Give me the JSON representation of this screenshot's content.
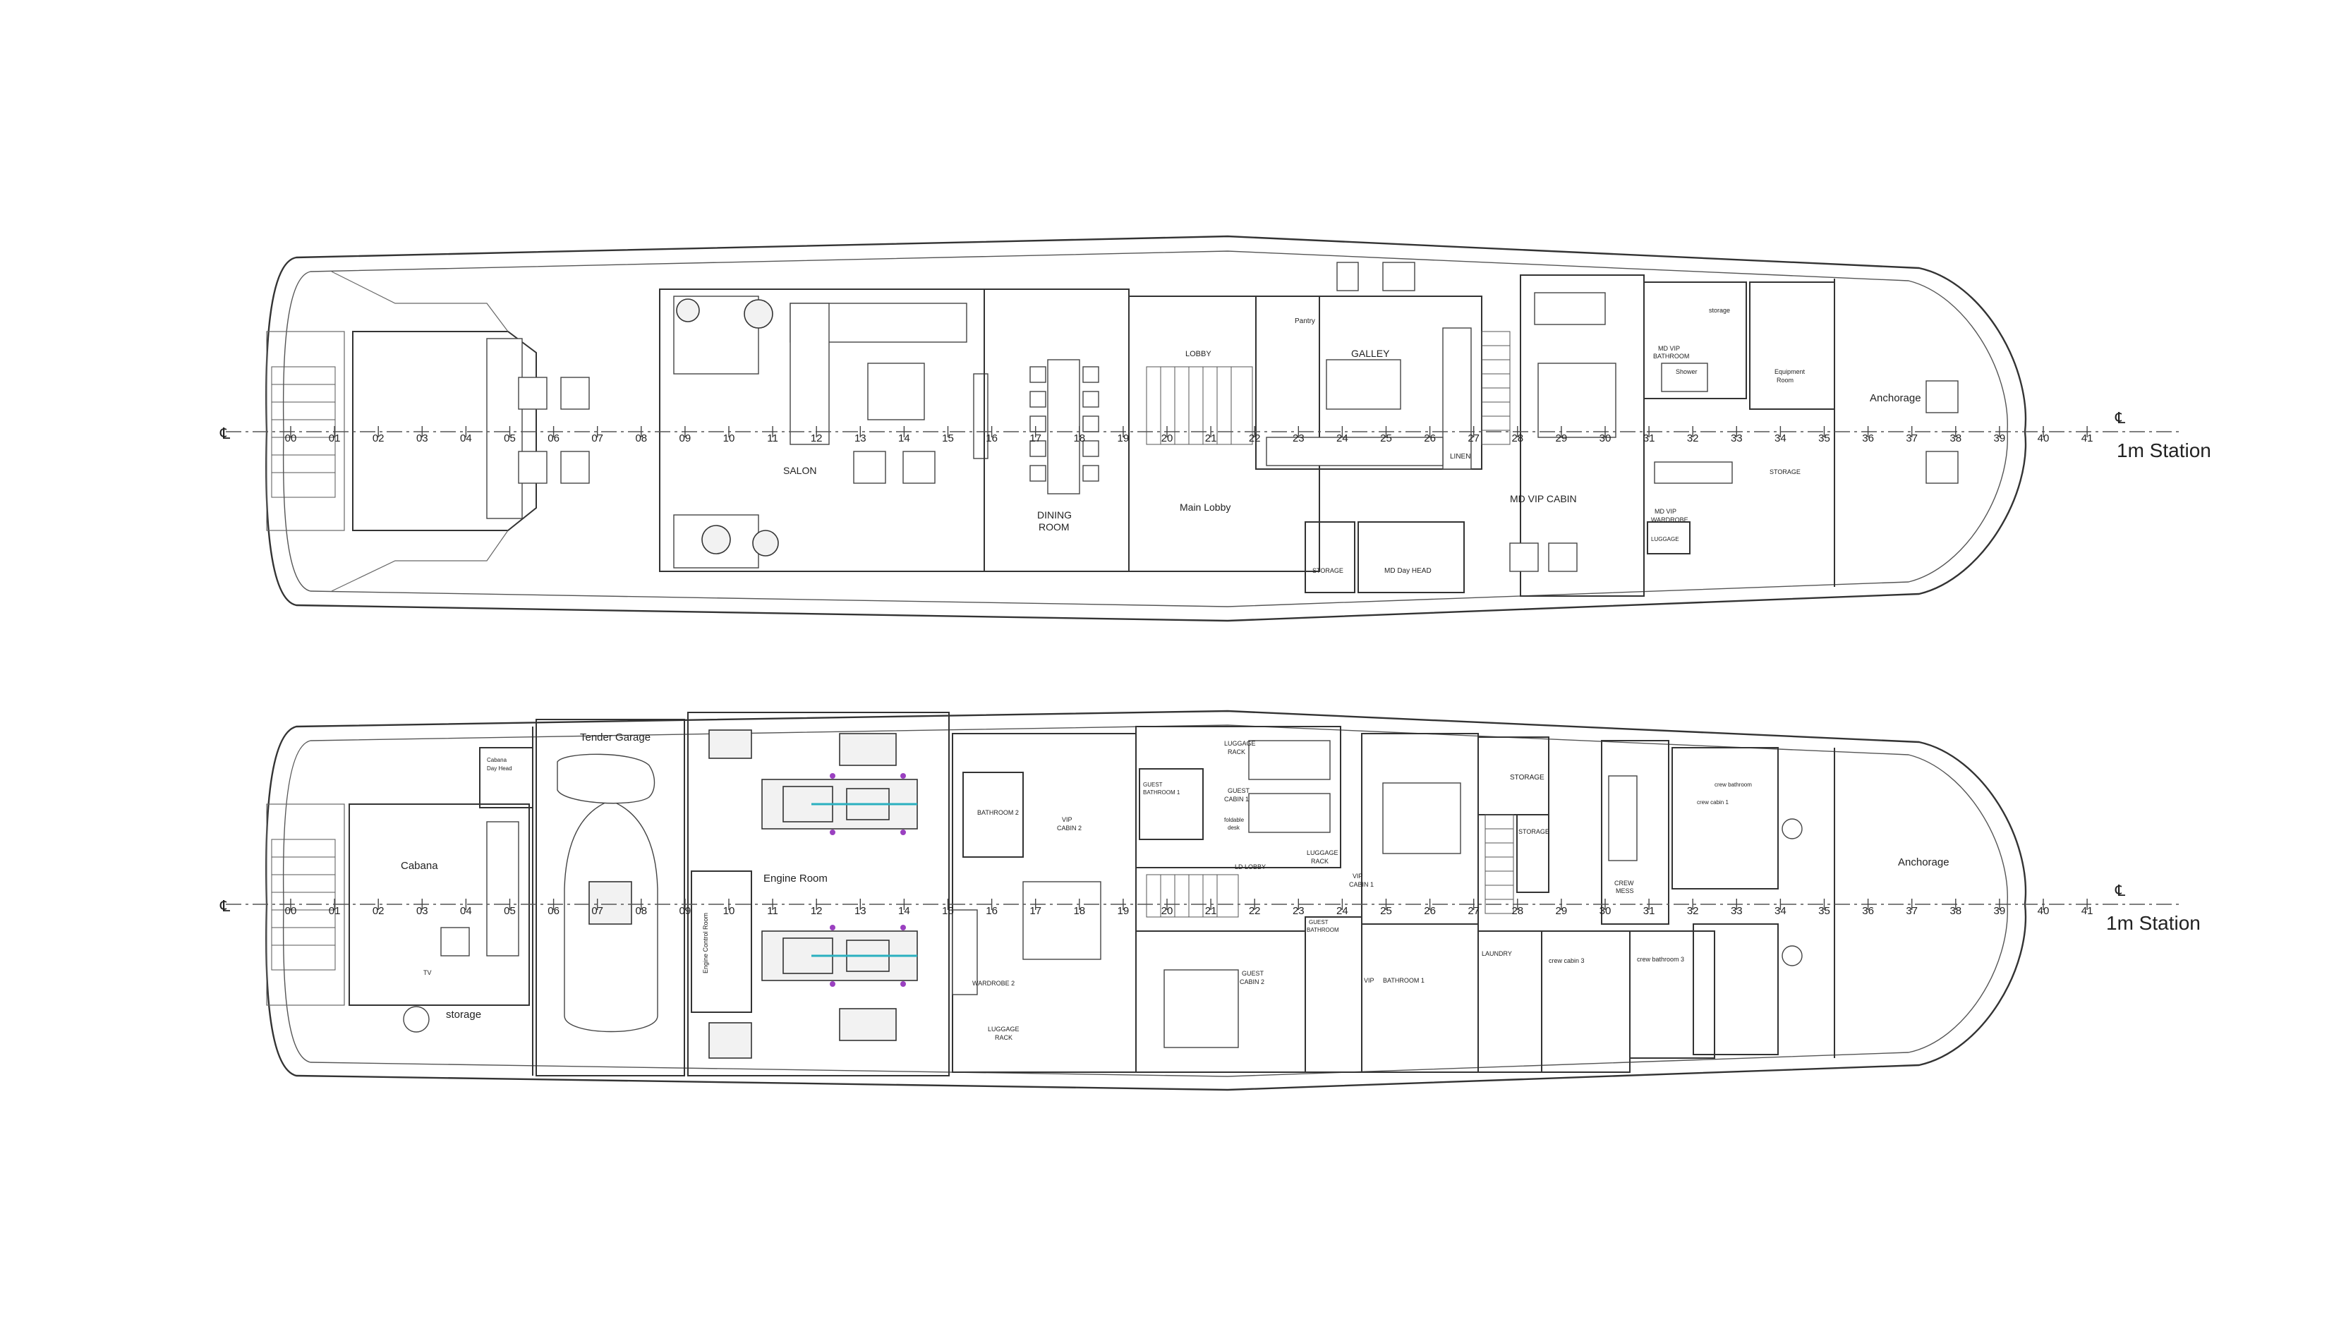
{
  "centerline_symbol": "℄",
  "station_label": "1m Station",
  "decks": [
    {
      "id": "main",
      "stations": [
        "00",
        "01",
        "02",
        "03",
        "04",
        "05",
        "06",
        "07",
        "08",
        "09",
        "10",
        "11",
        "12",
        "13",
        "14",
        "15",
        "16",
        "17",
        "18",
        "19",
        "20",
        "21",
        "22",
        "23",
        "24",
        "25",
        "26",
        "27",
        "28",
        "29",
        "30",
        "31",
        "32",
        "33",
        "34",
        "35",
        "36",
        "37",
        "38",
        "39",
        "40",
        "41"
      ],
      "rooms": [
        {
          "label": "SALON"
        },
        {
          "label": "DINING"
        },
        {
          "label": "ROOM"
        },
        {
          "label": "LOBBY"
        },
        {
          "label": "GALLEY"
        },
        {
          "label": "Pantry"
        },
        {
          "label": "Main Lobby"
        },
        {
          "label": "LINEN"
        },
        {
          "label": "STORAGE"
        },
        {
          "label": "MD Day HEAD"
        },
        {
          "label": "MD VIP CABIN"
        },
        {
          "label": "MD VIP"
        },
        {
          "label": "BATHROOM"
        },
        {
          "label": "Shower"
        },
        {
          "label": "MD VIP"
        },
        {
          "label": "WARDROBE"
        },
        {
          "label": "LUGGAGE"
        },
        {
          "label": "storage"
        },
        {
          "label": "Equipment"
        },
        {
          "label": "Room"
        },
        {
          "label": "STORAGE"
        },
        {
          "label": "Anchorage"
        }
      ]
    },
    {
      "id": "lower",
      "stations": [
        "00",
        "01",
        "02",
        "03",
        "04",
        "05",
        "06",
        "07",
        "08",
        "09",
        "10",
        "11",
        "12",
        "13",
        "14",
        "15",
        "16",
        "17",
        "18",
        "19",
        "20",
        "21",
        "22",
        "23",
        "24",
        "25",
        "26",
        "27",
        "28",
        "29",
        "30",
        "31",
        "32",
        "33",
        "34",
        "35",
        "36",
        "37",
        "38",
        "39",
        "40",
        "41"
      ],
      "rooms": [
        {
          "label": "Cabana"
        },
        {
          "label": "Cabana"
        },
        {
          "label": "Day Head"
        },
        {
          "label": "TV"
        },
        {
          "label": "storage"
        },
        {
          "label": "Tender Garage"
        },
        {
          "label": "Engine Room"
        },
        {
          "label": "Engine Control Room"
        },
        {
          "label": "BATHROOM 2"
        },
        {
          "label": "VIP"
        },
        {
          "label": "CABIN 2"
        },
        {
          "label": "WARDROBE 2"
        },
        {
          "label": "LUGGAGE"
        },
        {
          "label": "RACK"
        },
        {
          "label": "GUEST"
        },
        {
          "label": "BATHROOM 1"
        },
        {
          "label": "GUEST"
        },
        {
          "label": "CABIN 1"
        },
        {
          "label": "LUGGAGE"
        },
        {
          "label": "RACK"
        },
        {
          "label": "LD LOBBY"
        },
        {
          "label": "LUGGAGE"
        },
        {
          "label": "RACK"
        },
        {
          "label": "foldable"
        },
        {
          "label": "desk"
        },
        {
          "label": "GUEST"
        },
        {
          "label": "CABIN 2"
        },
        {
          "label": "GUEST"
        },
        {
          "label": "BATHROOM"
        },
        {
          "label": "VIP"
        },
        {
          "label": "CABIN 1"
        },
        {
          "label": "VIP"
        },
        {
          "label": "BATHROOM 1"
        },
        {
          "label": "STORAGE"
        },
        {
          "label": "STORAGE"
        },
        {
          "label": "LAUNDRY"
        },
        {
          "label": "CREW"
        },
        {
          "label": "MESS"
        },
        {
          "label": "crew cabin 3"
        },
        {
          "label": "crew bathroom 3"
        },
        {
          "label": "crew cabin 1"
        },
        {
          "label": "crew bathroom"
        },
        {
          "label": "Anchorage"
        }
      ]
    }
  ]
}
